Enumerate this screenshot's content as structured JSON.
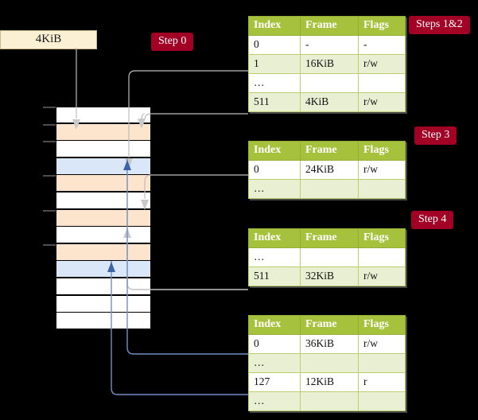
{
  "diagram": {
    "title_badges": [
      {
        "id": "step0",
        "label": "Step 0"
      },
      {
        "id": "steps12",
        "label": "Steps 1&2"
      },
      {
        "id": "step3",
        "label": "Step 3"
      },
      {
        "id": "step4",
        "label": "Step 4"
      }
    ],
    "virtual_address_box": {
      "label": "4KiB"
    },
    "memory_column": {
      "name": "physical-memory",
      "row_count": 13,
      "rows": [
        {
          "index": 0,
          "fill": "white"
        },
        {
          "index": 1,
          "fill": "orange"
        },
        {
          "index": 2,
          "fill": "white"
        },
        {
          "index": 3,
          "fill": "blue"
        },
        {
          "index": 4,
          "fill": "orange"
        },
        {
          "index": 5,
          "fill": "white"
        },
        {
          "index": 6,
          "fill": "orange"
        },
        {
          "index": 7,
          "fill": "white"
        },
        {
          "index": 8,
          "fill": "orange"
        },
        {
          "index": 9,
          "fill": "blue"
        },
        {
          "index": 10,
          "fill": "white"
        },
        {
          "index": 11,
          "fill": "white"
        },
        {
          "index": 12,
          "fill": "white"
        }
      ]
    },
    "tables": [
      {
        "id": "table-l0",
        "columns": [
          "Index",
          "Frame",
          "Flags"
        ],
        "rows": [
          {
            "cells": [
              "0",
              "-",
              "-"
            ],
            "style": "plain",
            "highlight": false
          },
          {
            "cells": [
              "1",
              "16KiB",
              "r/w"
            ],
            "style": "alt",
            "highlight": false
          },
          {
            "cells": [
              "…",
              "",
              ""
            ],
            "style": "plain",
            "highlight": false
          },
          {
            "cells": [
              "511",
              "4KiB",
              "r/w"
            ],
            "style": "alt",
            "highlight": true
          }
        ]
      },
      {
        "id": "table-l1",
        "columns": [
          "Index",
          "Frame",
          "Flags"
        ],
        "rows": [
          {
            "cells": [
              "0",
              "24KiB",
              "r/w"
            ],
            "style": "plain",
            "highlight": false
          },
          {
            "cells": [
              "…",
              "",
              ""
            ],
            "style": "alt",
            "highlight": false
          }
        ]
      },
      {
        "id": "table-l2",
        "columns": [
          "Index",
          "Frame",
          "Flags"
        ],
        "rows": [
          {
            "cells": [
              "…",
              "",
              ""
            ],
            "style": "plain",
            "highlight": false
          },
          {
            "cells": [
              "511",
              "32KiB",
              "r/w"
            ],
            "style": "alt",
            "highlight": false
          }
        ]
      },
      {
        "id": "table-l3",
        "columns": [
          "Index",
          "Frame",
          "Flags"
        ],
        "rows": [
          {
            "cells": [
              "0",
              "36KiB",
              "r/w"
            ],
            "style": "plain",
            "highlight": false
          },
          {
            "cells": [
              "…",
              "",
              ""
            ],
            "style": "alt",
            "highlight": false
          },
          {
            "cells": [
              "127",
              "12KiB",
              "r"
            ],
            "style": "plain",
            "highlight": false
          },
          {
            "cells": [
              "…",
              "",
              ""
            ],
            "style": "alt",
            "highlight": false
          }
        ]
      }
    ],
    "colors": {
      "background": "#000000",
      "badge": "#a20025",
      "table_header": "#a6c23c",
      "table_alt_row": "#e9efd2",
      "table_highlight": "#fbf5a8",
      "memory_orange": "#fde4cd",
      "memory_blue": "#d9e7f8",
      "vbox": "#fbf0d3",
      "wire_grey": "#c4c4c4",
      "wire_blue": "#6f8fc4"
    }
  }
}
